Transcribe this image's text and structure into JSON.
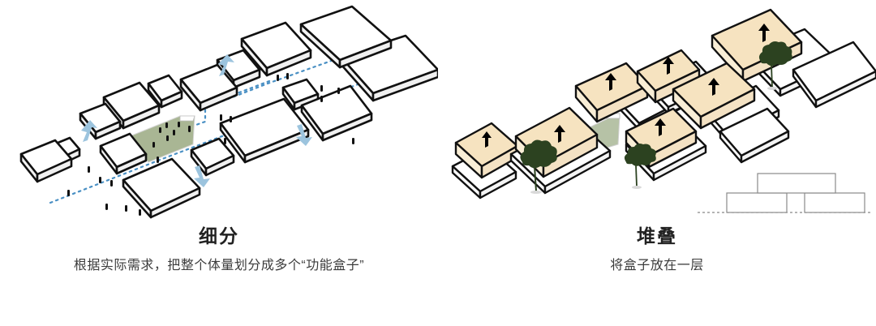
{
  "background_color": "#ffffff",
  "panels": [
    {
      "id": "subdivide",
      "caption": {
        "title": "细分",
        "description": "根据实际需求，把整个体量划分成多个“功能盒子”"
      },
      "diagram": {
        "style": "axonometric massing diagram",
        "box_fill_top": "#ffffff",
        "box_fill_side": "#f2f2f2",
        "box_stroke": "#111111",
        "green_plaza_color": "#a9b694",
        "arrow_color": "#9cc4de",
        "path_color": "#4a90c4",
        "marker_color": "#111111",
        "arrow_count": 3,
        "box_count": 16,
        "note": "white rectangular volumes separated by gaps, dotted circulation paths, blue movement arrows, green courtyard"
      }
    },
    {
      "id": "stack",
      "caption": {
        "title": "堆叠",
        "description": "将盒子放在一层"
      },
      "diagram": {
        "style": "axonometric massing diagram",
        "box_fill_top": "#f6e3c0",
        "box_fill_side": "#f9eed6",
        "base_fill": "#ffffff",
        "box_stroke": "#111111",
        "green_plaza_color": "#b6c2a6",
        "tree_color": "#2c4220",
        "arrow_color": "#000000",
        "arrow_count": 8,
        "box_count": 8,
        "tree_count": 3,
        "note": "tan upper volumes with black up-arrows stacked over white ground-floor plinths, trees in courtyards"
      },
      "section_key": {
        "label": "",
        "ground_line_color": "#777777",
        "stroke": "#777777",
        "blocks": [
          {
            "name": "lower-left-block"
          },
          {
            "name": "lower-right-block"
          },
          {
            "name": "upper-spanning-block"
          }
        ]
      }
    }
  ]
}
